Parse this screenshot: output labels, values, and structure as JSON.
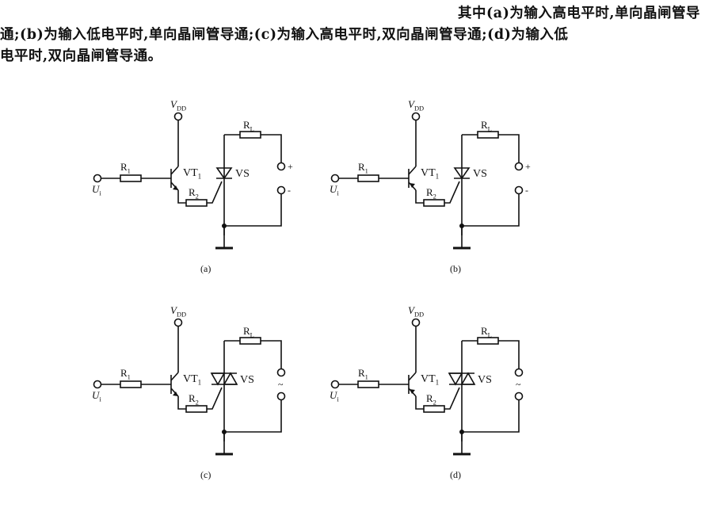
{
  "text": {
    "line1": "其中(a)为输入高电平时,单向晶闸管导",
    "line2": "通;(b)为输入低电平时,单向晶闸管导通;(c)为输入高电平时,双向晶闸管导通;(d)为输入低",
    "line3": "电平时,双向晶闸管导通。"
  },
  "circuits": [
    {
      "id": "a",
      "caption": "(a)",
      "vdd": "V",
      "vdd_sub": "DD",
      "r1": "R",
      "r1_sub": "1",
      "r2": "R",
      "r2_sub": "2",
      "rl": "R",
      "rl_sub": "L",
      "vt": "VT",
      "vt_sub": "1",
      "vs": "VS",
      "ui": "U",
      "ui_sub": "i",
      "plus": "+",
      "minus": "-",
      "device": "scr",
      "transistor": "npn"
    },
    {
      "id": "b",
      "caption": "(b)",
      "vdd": "V",
      "vdd_sub": "DD",
      "r1": "R",
      "r1_sub": "1",
      "r2": "R",
      "r2_sub": "2",
      "rl": "R",
      "rl_sub": "L",
      "vt": "VT",
      "vt_sub": "1",
      "vs": "VS",
      "ui": "U",
      "ui_sub": "i",
      "plus": "+",
      "minus": "-",
      "device": "scr",
      "transistor": "pnp"
    },
    {
      "id": "c",
      "caption": "(c)",
      "vdd": "V",
      "vdd_sub": "DD",
      "r1": "R",
      "r1_sub": "1",
      "r2": "R",
      "r2_sub": "2",
      "rl": "R",
      "rl_sub": "L",
      "vt": "VT",
      "vt_sub": "1",
      "vs": "VS",
      "ui": "U",
      "ui_sub": "i",
      "ac": "~",
      "device": "triac",
      "transistor": "npn"
    },
    {
      "id": "d",
      "caption": "(d)",
      "vdd": "V",
      "vdd_sub": "DD",
      "r1": "R",
      "r1_sub": "1",
      "r2": "R",
      "r2_sub": "2",
      "rl": "R",
      "rl_sub": "L",
      "vt": "VT",
      "vt_sub": "1",
      "vs": "VS",
      "ui": "U",
      "ui_sub": "i",
      "ac": "~",
      "device": "triac",
      "transistor": "pnp"
    }
  ]
}
